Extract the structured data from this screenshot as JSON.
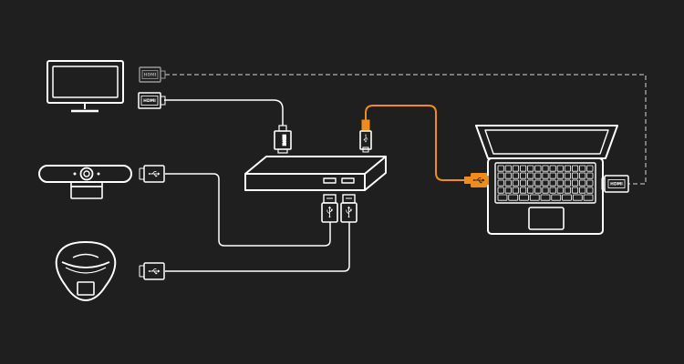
{
  "colors": {
    "background": "#1f1f1f",
    "line": "#ffffff",
    "accent": "#f08c1e",
    "dashed": "#9a9a9a",
    "connector_dim": "#7a7a7a"
  },
  "labels": {
    "hdmi": "HDMI"
  },
  "devices": {
    "monitor": "monitor-icon",
    "camera": "webcam-icon",
    "speakerphone": "speakerphone-icon",
    "dock": "usb-dock-icon",
    "laptop": "laptop-icon"
  },
  "connections": [
    {
      "from": "monitor",
      "to": "laptop",
      "type": "HDMI",
      "style": "dashed"
    },
    {
      "from": "monitor",
      "to": "dock",
      "type": "HDMI",
      "style": "solid"
    },
    {
      "from": "dock",
      "to": "laptop",
      "type": "USB",
      "style": "accent"
    },
    {
      "from": "camera",
      "to": "dock",
      "type": "USB",
      "style": "solid"
    },
    {
      "from": "speakerphone",
      "to": "dock",
      "type": "USB",
      "style": "solid"
    }
  ]
}
